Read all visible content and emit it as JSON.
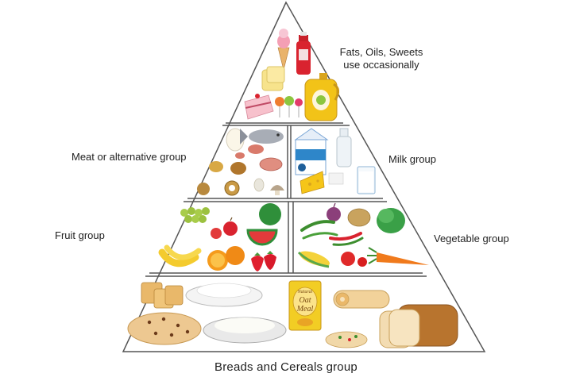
{
  "tiers": {
    "top": {
      "label_line1": "Fats, Oils, Sweets",
      "label_line2": "use occasionally",
      "icons": [
        "ice-cream-icon",
        "soda-bottle-icon",
        "butter-icon",
        "cake-slice-icon",
        "lollipop-icon",
        "oil-jug-icon"
      ]
    },
    "meat": {
      "label": "Meat or alternative group",
      "icons": [
        "egg-icon",
        "fish-icon",
        "meat-icon",
        "mushroom-icon",
        "nuts-icon",
        "dried-fruit-icon"
      ]
    },
    "milk": {
      "label": "Milk group",
      "icons": [
        "milk-carton-icon",
        "milk-bottle-icon",
        "cheese-icon",
        "glass-of-milk-icon"
      ]
    },
    "fruit": {
      "label": "Fruit group",
      "icons": [
        "grapes-icon",
        "watermelon-icon",
        "apple-icon",
        "banana-icon",
        "orange-icon",
        "strawberry-icon"
      ]
    },
    "vegetable": {
      "label": "Vegetable group",
      "icons": [
        "onion-icon",
        "potato-icon",
        "lettuce-icon",
        "chili-icon",
        "peas-icon",
        "corn-icon",
        "carrot-icon",
        "tomato-icon"
      ]
    },
    "bread": {
      "label": "Breads and Cereals  group",
      "icons": [
        "crackers-icon",
        "rice-plate-icon",
        "oatmeal-pack-icon",
        "bread-roll-icon",
        "cookie-icon",
        "porridge-icon",
        "pizza-icon",
        "bread-loaf-icon"
      ]
    }
  },
  "oatmeal_pack": {
    "line1": "Natural",
    "line2": "Oat",
    "line3": "Meal"
  }
}
